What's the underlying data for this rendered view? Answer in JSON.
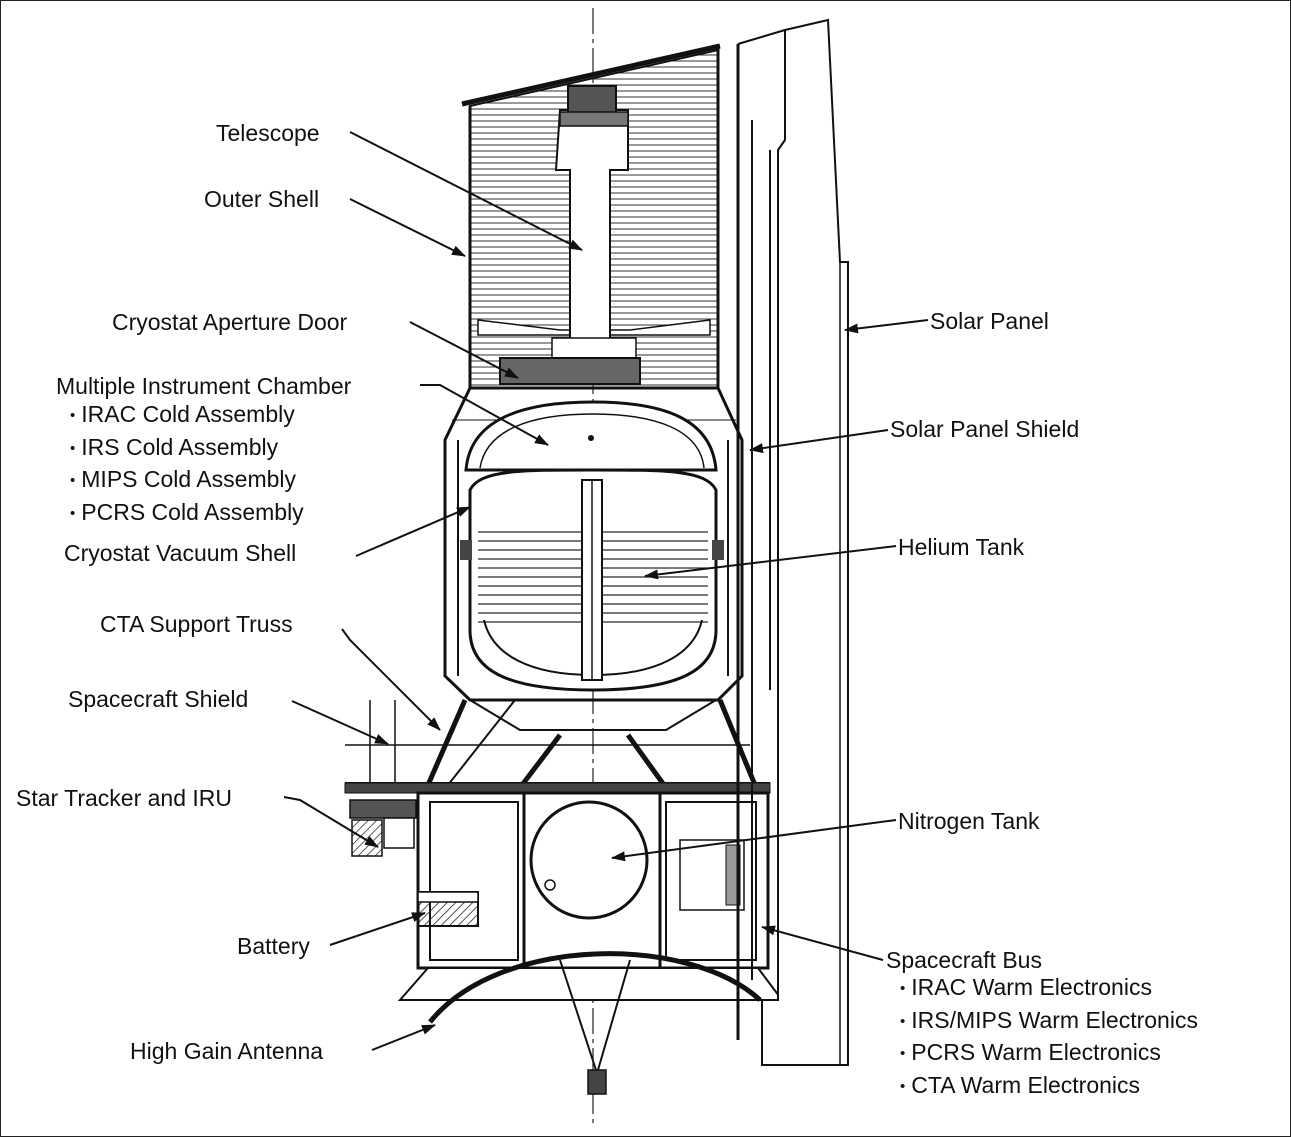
{
  "labels": {
    "telescope": "Telescope",
    "outer_shell": "Outer Shell",
    "cryostat_aperture_door": "Cryostat Aperture Door",
    "multiple_instrument_chamber": "Multiple Instrument Chamber",
    "cryostat_vacuum_shell": "Cryostat Vacuum Shell",
    "cta_support_truss": "CTA Support Truss",
    "spacecraft_shield": "Spacecraft Shield",
    "star_tracker_and_iru": "Star Tracker and IRU",
    "battery": "Battery",
    "high_gain_antenna": "High Gain Antenna",
    "solar_panel": "Solar Panel",
    "solar_panel_shield": "Solar Panel Shield",
    "helium_tank": "Helium Tank",
    "nitrogen_tank": "Nitrogen Tank",
    "spacecraft_bus": "Spacecraft Bus"
  },
  "instrument_chamber_items": [
    "IRAC Cold Assembly",
    "IRS Cold Assembly",
    "MIPS Cold Assembly",
    "PCRS Cold Assembly"
  ],
  "spacecraft_bus_items": [
    "IRAC Warm Electronics",
    "IRS/MIPS Warm Electronics",
    "PCRS Warm Electronics",
    "CTA Warm Electronics"
  ]
}
